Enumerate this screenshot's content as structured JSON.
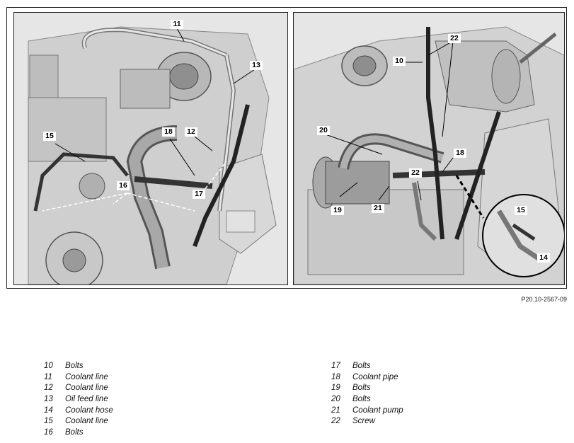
{
  "figure": {
    "code": "P20.10-2567-09",
    "callouts_left": [
      "11",
      "13",
      "12",
      "18",
      "15",
      "16",
      "17"
    ],
    "callouts_right": [
      "22",
      "10",
      "20",
      "18",
      "22",
      "19",
      "21",
      "15",
      "14"
    ]
  },
  "legend": {
    "column1": [
      {
        "num": "10",
        "label": "Bolts"
      },
      {
        "num": "11",
        "label": "Coolant line"
      },
      {
        "num": "12",
        "label": "Coolant line"
      },
      {
        "num": "13",
        "label": "Oil feed line"
      },
      {
        "num": "14",
        "label": "Coolant hose"
      },
      {
        "num": "15",
        "label": "Coolant line"
      },
      {
        "num": "16",
        "label": "Bolts"
      }
    ],
    "column2": [
      {
        "num": "17",
        "label": "Bolts"
      },
      {
        "num": "18",
        "label": "Coolant pipe"
      },
      {
        "num": "19",
        "label": "Bolts"
      },
      {
        "num": "20",
        "label": "Bolts"
      },
      {
        "num": "21",
        "label": "Coolant pump"
      },
      {
        "num": "22",
        "label": "Screw"
      }
    ]
  }
}
